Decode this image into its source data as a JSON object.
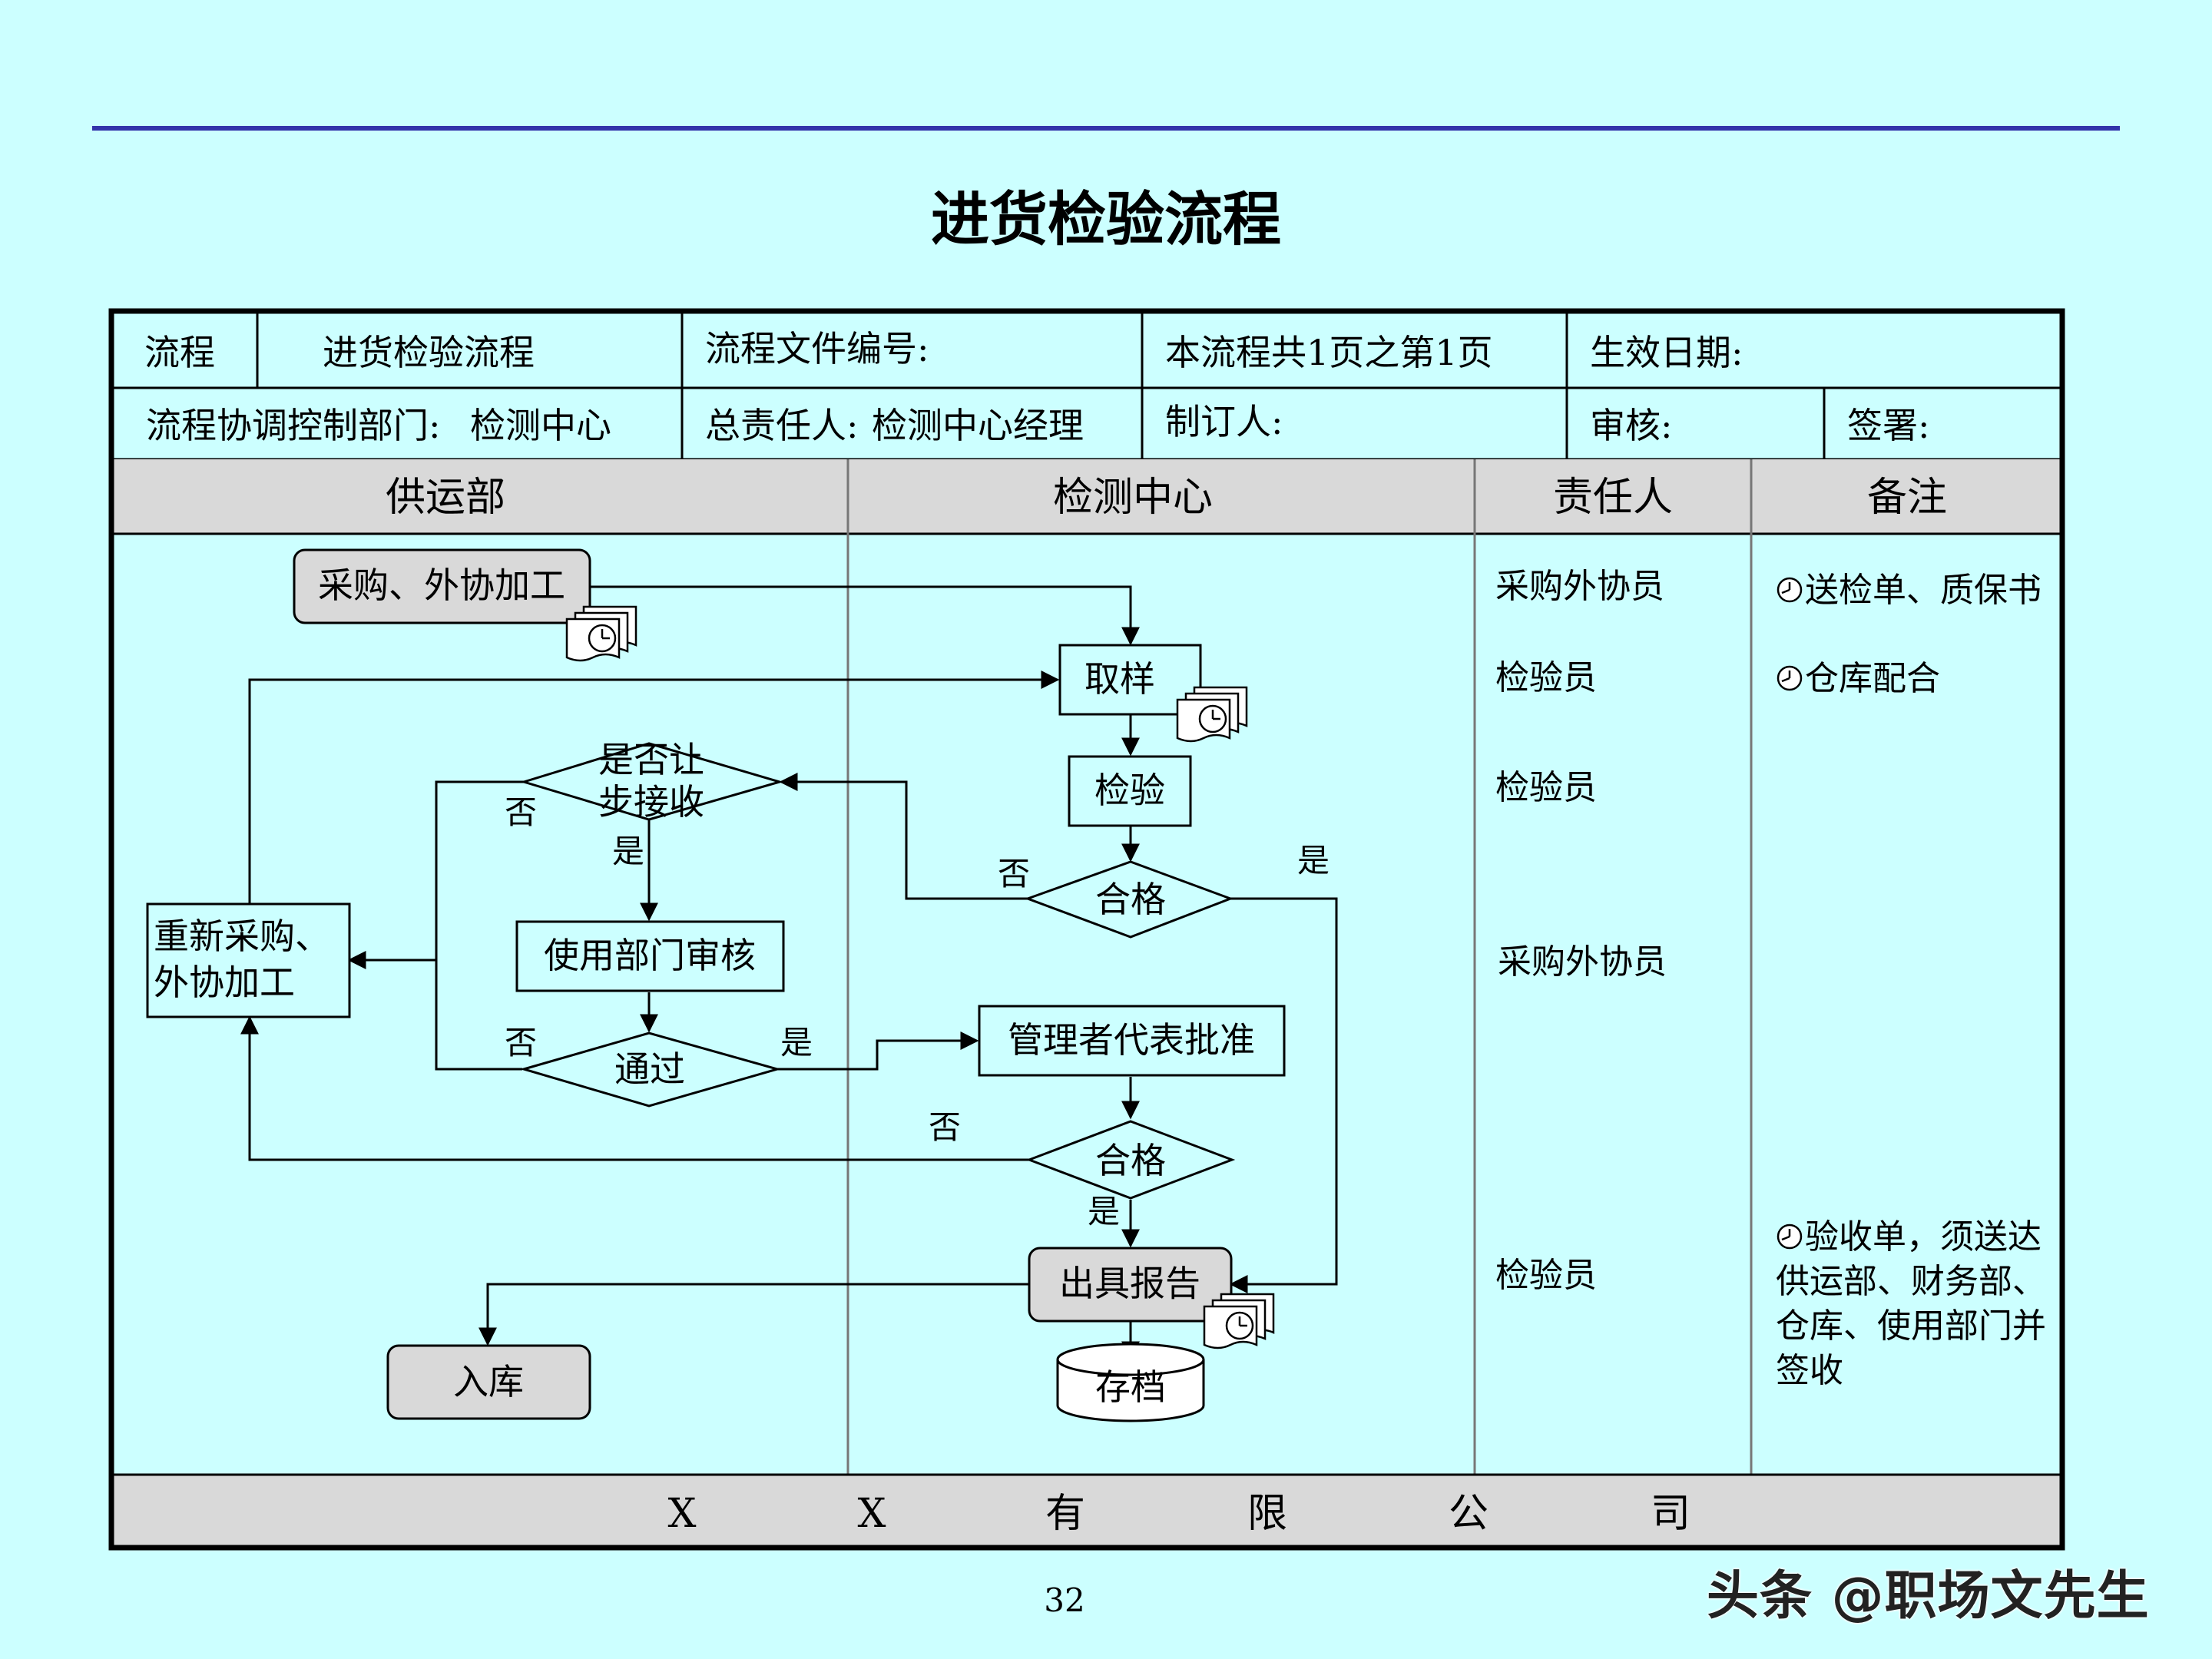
{
  "slide": {
    "title": "进货检验流程",
    "page_number": "32",
    "watermark": "头条 @职场文先生"
  },
  "colors": {
    "background": "#ccffff",
    "rule": "#3333aa",
    "header_fill": "#d9d9d9",
    "box_fill": "#d9d9d9"
  },
  "header": {
    "row1": {
      "label": "流程",
      "process_name": "进货检验流程",
      "file_number_label": "流程文件编号:",
      "page_info": "本流程共1页之第1页",
      "effective_date_label": "生效日期:"
    },
    "row2": {
      "dept_label": "流程协调控制部门:",
      "dept_value": "检测中心",
      "owner_label": "总责任人:",
      "owner_value": "检测中心经理",
      "author_label": "制订人:",
      "review_label": "审核:",
      "sign_label": "签署:"
    }
  },
  "columns": {
    "supply": "供运部",
    "inspection": "检测中心",
    "responsible": "责任人",
    "notes": "备注"
  },
  "nodes": {
    "purchase": "采购、外协加工",
    "sample": "取样",
    "inspect": "检验",
    "qualified_1": "合格",
    "concession_line1": "是否让",
    "concession_line2": "步接收",
    "user_review": "使用部门审核",
    "pass": "通过",
    "repurchase_line1": "重新采购、",
    "repurchase_line2": "外协加工",
    "mgmt_approval": "管理者代表批准",
    "qualified_2": "合格",
    "report": "出具报告",
    "archive": "存档",
    "warehouse": "入库"
  },
  "labels": {
    "yes": "是",
    "no": "否"
  },
  "responsible": {
    "r1": "采购外协员",
    "r2": "检验员",
    "r3": "检验员",
    "r4": "采购外协员",
    "r5": "检验员"
  },
  "notes": {
    "n1": "送检单、质保书",
    "n2": "仓库配合",
    "n3_line1": "验收单，须送达",
    "n3_line2": "供运部、财务部、",
    "n3_line3": "仓库、使用部门并",
    "n3_line4": "签收"
  },
  "footer": {
    "company_chars": [
      "X",
      "X",
      "有",
      "限",
      "公",
      "司"
    ]
  }
}
